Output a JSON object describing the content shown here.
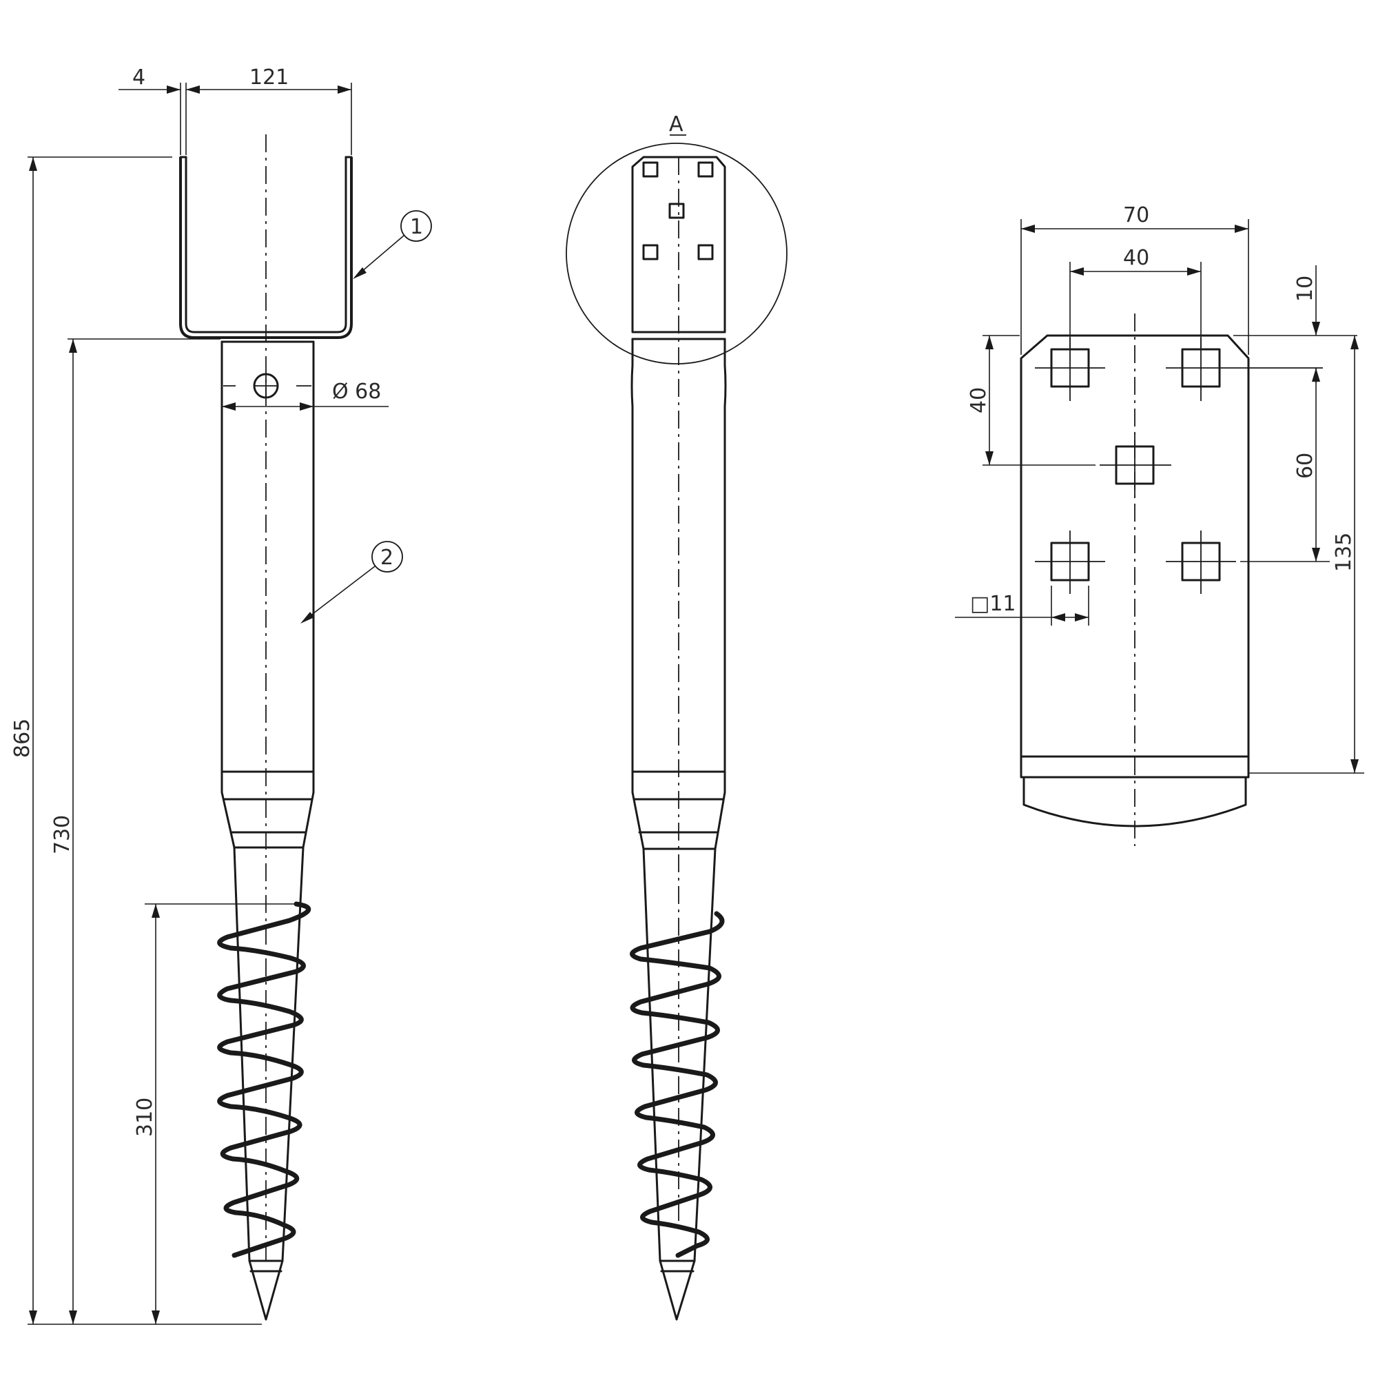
{
  "dimensions": {
    "side_view": {
      "wall_thickness": "4",
      "bracket_width": "121",
      "overall_length": "865",
      "tube_length": "730",
      "helix_length": "310",
      "hole_diameter": "Ø 68"
    },
    "plate_view": {
      "plate_width": "70",
      "hole_spacing_x": "40",
      "top_margin": "10",
      "center_offset": "40",
      "hole_spacing_y": "60",
      "plate_height": "135",
      "hole_size": "□11"
    }
  },
  "callouts": {
    "part_1": "1",
    "part_2": "2",
    "detail": "A"
  }
}
